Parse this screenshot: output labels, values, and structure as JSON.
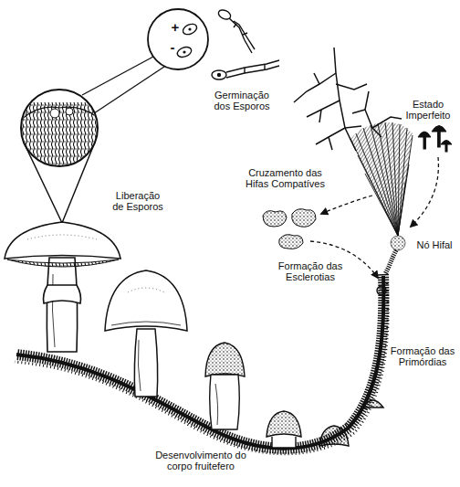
{
  "diagram": {
    "labels": [
      "+",
      "-",
      "Germinação dos Esporos",
      "Cruzamento das Hifas Compatíves",
      "Estado Imperfeito",
      "Liberação de Esporos",
      "Nó Hifal",
      "Formação das Esclerotias",
      "Formação das Primórdias",
      "Desenvolvimento do corpo fruitefero"
    ]
  }
}
